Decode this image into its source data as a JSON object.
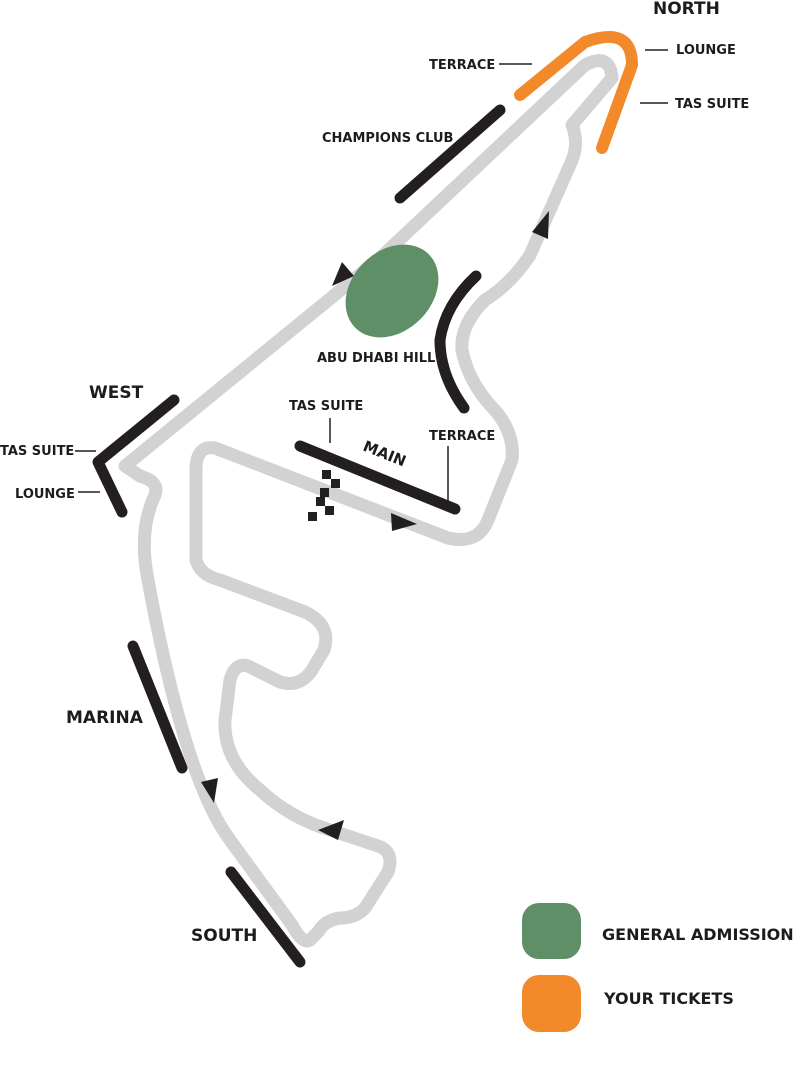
{
  "colors": {
    "track": "#d2d2d2",
    "stand": "#231f20",
    "general_admission": "#5e8f66",
    "your_tickets": "#f28a2c",
    "text": "#1c1c1c"
  },
  "labels": {
    "north": "NORTH",
    "north_lounge": "LOUNGE",
    "north_terrace": "TERRACE",
    "north_tas_suite": "TAS SUITE",
    "champions_club": "CHAMPIONS CLUB",
    "abu_dhabi_hill": "ABU DHABI HILL",
    "west": "WEST",
    "west_tas_suite": "TAS SUITE",
    "west_lounge": "LOUNGE",
    "main": "MAIN",
    "main_tas_suite": "TAS SUITE",
    "main_terrace": "TERRACE",
    "marina": "MARINA",
    "south": "SOUTH"
  },
  "legend": [
    {
      "label": "GENERAL ADMISSION",
      "color": "#5e8f66",
      "icon": "general-admission-swatch"
    },
    {
      "label": "YOUR TICKETS",
      "color": "#f28a2c",
      "icon": "your-tickets-swatch"
    }
  ]
}
